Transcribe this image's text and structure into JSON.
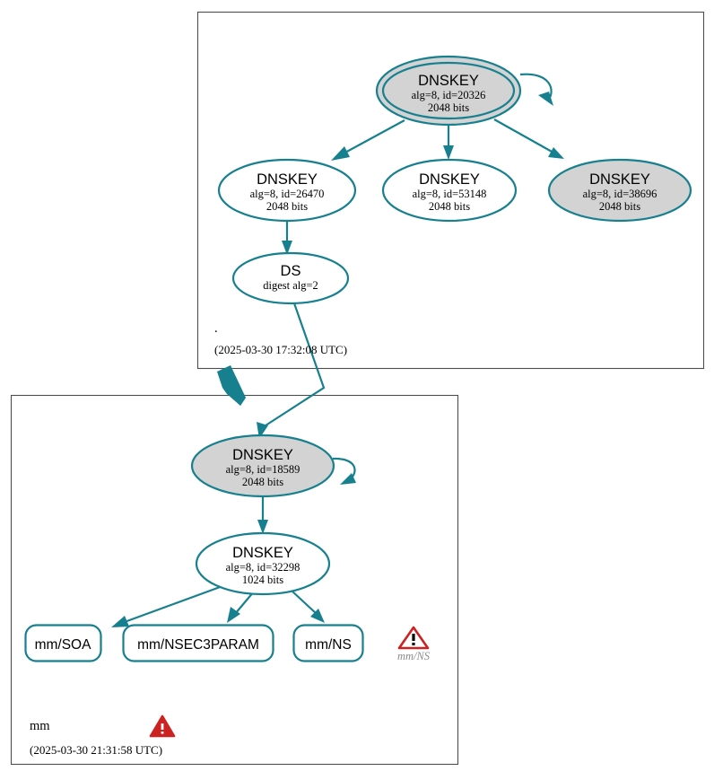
{
  "diagram": {
    "type": "dnssec-authentication-chain",
    "accent_color": "#17808f",
    "node_shade_color": "#d3d3d3",
    "zone_border_color": "#4d4d4d",
    "warning_color": "#cc2222"
  },
  "zones": [
    {
      "id": "root",
      "label": ".",
      "timestamp": "(2025-03-30 17:32:08 UTC)",
      "nodes": [
        {
          "id": "ksk-20326",
          "kind": "DNSKEY",
          "title": "DNSKEY",
          "line2": "alg=8, id=20326",
          "line3": "2048 bits",
          "shaded": true,
          "double_border": true,
          "self_signed": true
        },
        {
          "id": "zsk-26470",
          "kind": "DNSKEY",
          "title": "DNSKEY",
          "line2": "alg=8, id=26470",
          "line3": "2048 bits",
          "shaded": false,
          "double_border": false,
          "self_signed": false
        },
        {
          "id": "zsk-53148",
          "kind": "DNSKEY",
          "title": "DNSKEY",
          "line2": "alg=8, id=53148",
          "line3": "2048 bits",
          "shaded": false,
          "double_border": false,
          "self_signed": false
        },
        {
          "id": "ksk-38696",
          "kind": "DNSKEY",
          "title": "DNSKEY",
          "line2": "alg=8, id=38696",
          "line3": "2048 bits",
          "shaded": true,
          "double_border": false,
          "self_signed": false
        },
        {
          "id": "ds-node",
          "kind": "DS",
          "title": "DS",
          "line2": "digest alg=2",
          "line3": "",
          "shaded": false,
          "double_border": false,
          "self_signed": false
        }
      ]
    },
    {
      "id": "mm",
      "label": "mm",
      "timestamp": "(2025-03-30 21:31:58 UTC)",
      "nodes": [
        {
          "id": "ksk-18589",
          "kind": "DNSKEY",
          "title": "DNSKEY",
          "line2": "alg=8, id=18589",
          "line3": "2048 bits",
          "shaded": true,
          "double_border": false,
          "self_signed": true
        },
        {
          "id": "zsk-32298",
          "kind": "DNSKEY",
          "title": "DNSKEY",
          "line2": "alg=8, id=32298",
          "line3": "1024 bits",
          "shaded": false,
          "double_border": false,
          "self_signed": false
        }
      ],
      "rrsets": [
        {
          "id": "rrset-soa",
          "label": "mm/SOA"
        },
        {
          "id": "rrset-nsec3param",
          "label": "mm/NSEC3PARAM"
        },
        {
          "id": "rrset-ns",
          "label": "mm/NS"
        }
      ],
      "warnings": [
        {
          "id": "warn-mm-ns",
          "label": "mm/NS",
          "style": "outline"
        },
        {
          "id": "warn-mm-zone",
          "label": "",
          "style": "solid"
        }
      ]
    }
  ],
  "edges": [
    {
      "from": "ksk-20326",
      "to": "ksk-20326",
      "kind": "self-sign"
    },
    {
      "from": "ksk-20326",
      "to": "zsk-26470",
      "kind": "sign"
    },
    {
      "from": "ksk-20326",
      "to": "zsk-53148",
      "kind": "sign"
    },
    {
      "from": "ksk-20326",
      "to": "ksk-38696",
      "kind": "sign"
    },
    {
      "from": "zsk-26470",
      "to": "ds-node",
      "kind": "sign"
    },
    {
      "from": "ds-node",
      "to": "ksk-18589",
      "kind": "delegate"
    },
    {
      "from": "ksk-18589",
      "to": "ksk-18589",
      "kind": "self-sign"
    },
    {
      "from": "ksk-18589",
      "to": "zsk-32298",
      "kind": "sign"
    },
    {
      "from": "zsk-32298",
      "to": "rrset-soa",
      "kind": "sign"
    },
    {
      "from": "zsk-32298",
      "to": "rrset-nsec3param",
      "kind": "sign"
    },
    {
      "from": "zsk-32298",
      "to": "rrset-ns",
      "kind": "sign"
    }
  ]
}
